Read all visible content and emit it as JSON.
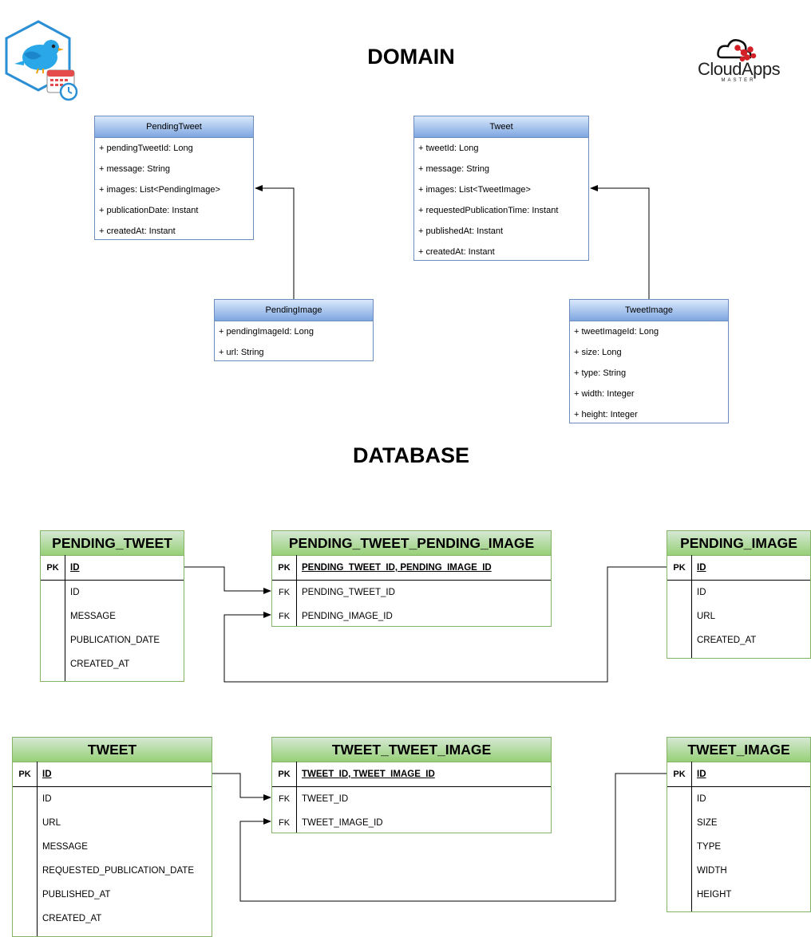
{
  "titles": {
    "domain": "DOMAIN",
    "database": "DATABASE"
  },
  "logo": {
    "brand": "CloudApps",
    "sub": "MASTER"
  },
  "uml": {
    "pending_tweet": {
      "name": "PendingTweet",
      "fields": [
        "+ pendingTweetId: Long",
        "+ message: String",
        "+ images: List<PendingImage>",
        "+ publicationDate: Instant",
        "+ createdAt: Instant"
      ]
    },
    "tweet": {
      "name": "Tweet",
      "fields": [
        "+ tweetId: Long",
        "+ message: String",
        "+ images: List<TweetImage>",
        "+ requestedPublicationTime: Instant",
        "+ publishedAt: Instant",
        "+ createdAt: Instant"
      ]
    },
    "pending_image": {
      "name": "PendingImage",
      "fields": [
        "+ pendingImageId: Long",
        "+ url: String"
      ]
    },
    "tweet_image": {
      "name": "TweetImage",
      "fields": [
        "+ tweetImageId: Long",
        "+ size: Long",
        "+ type: String",
        "+ width: Integer",
        "+ height: Integer"
      ]
    }
  },
  "tables": {
    "pending_tweet": {
      "name": "PENDING_TWEET",
      "pk_label": "PK",
      "pk": "ID",
      "columns": [
        {
          "key": "",
          "name": "ID"
        },
        {
          "key": "",
          "name": "MESSAGE"
        },
        {
          "key": "",
          "name": "PUBLICATION_DATE"
        },
        {
          "key": "",
          "name": "CREATED_AT"
        }
      ]
    },
    "pending_tweet_pending_image": {
      "name": "PENDING_TWEET_PENDING_IMAGE",
      "pk_label": "PK",
      "pk": "PENDING_TWEET_ID, PENDING_IMAGE_ID",
      "columns": [
        {
          "key": "FK",
          "name": "PENDING_TWEET_ID"
        },
        {
          "key": "FK",
          "name": "PENDING_IMAGE_ID"
        }
      ]
    },
    "pending_image": {
      "name": "PENDING_IMAGE",
      "pk_label": "PK",
      "pk": "ID",
      "columns": [
        {
          "key": "",
          "name": "ID"
        },
        {
          "key": "",
          "name": "URL"
        },
        {
          "key": "",
          "name": "CREATED_AT"
        }
      ]
    },
    "tweet": {
      "name": "TWEET",
      "pk_label": "PK",
      "pk": "ID",
      "columns": [
        {
          "key": "",
          "name": "ID"
        },
        {
          "key": "",
          "name": "URL"
        },
        {
          "key": "",
          "name": "MESSAGE"
        },
        {
          "key": "",
          "name": "REQUESTED_PUBLICATION_DATE"
        },
        {
          "key": "",
          "name": "PUBLISHED_AT"
        },
        {
          "key": "",
          "name": "CREATED_AT"
        }
      ]
    },
    "tweet_tweet_image": {
      "name": "TWEET_TWEET_IMAGE",
      "pk_label": "PK",
      "pk": "TWEET_ID, TWEET_IMAGE_ID",
      "columns": [
        {
          "key": "FK",
          "name": "TWEET_ID"
        },
        {
          "key": "FK",
          "name": "TWEET_IMAGE_ID"
        }
      ]
    },
    "tweet_image": {
      "name": "TWEET_IMAGE",
      "pk_label": "PK",
      "pk": "ID",
      "columns": [
        {
          "key": "",
          "name": "ID"
        },
        {
          "key": "",
          "name": "SIZE"
        },
        {
          "key": "",
          "name": "TYPE"
        },
        {
          "key": "",
          "name": "WIDTH"
        },
        {
          "key": "",
          "name": "HEIGHT"
        }
      ]
    }
  }
}
